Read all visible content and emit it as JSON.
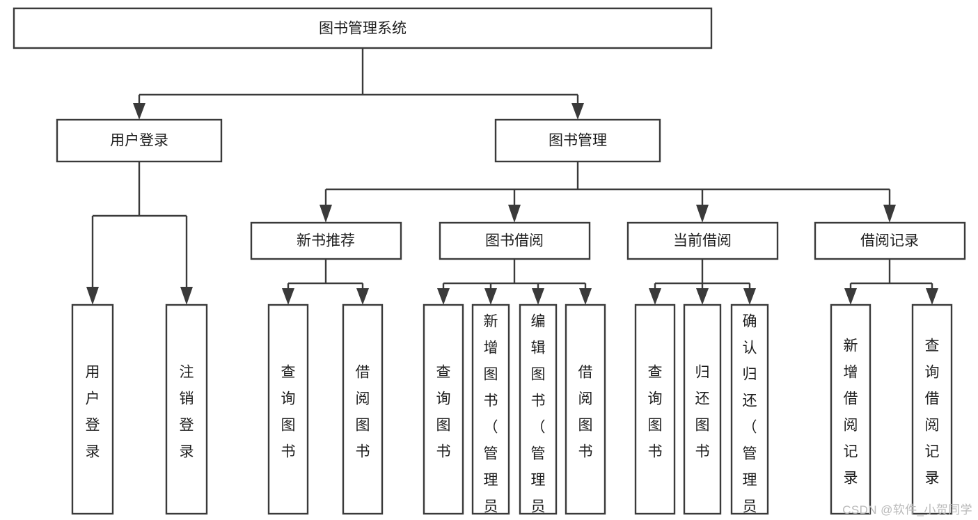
{
  "diagram": {
    "type": "tree",
    "title": "图书管理系统",
    "watermark": "CSDN @软件_小贺同学",
    "theme": {
      "background": "#ffffff",
      "box_fill": "#ffffff",
      "box_stroke": "#3a3a3a",
      "connector": "#3a3a3a",
      "text": "#1d1d1d",
      "watermark_color": "#b9b9b9"
    },
    "nodes": {
      "root": {
        "label": "图书管理系统",
        "level": 0,
        "orientation": "horizontal"
      },
      "l1": [
        {
          "id": "user-login",
          "label": "用户登录",
          "level": 1,
          "orientation": "horizontal"
        },
        {
          "id": "book-manage",
          "label": "图书管理",
          "level": 1,
          "orientation": "horizontal"
        }
      ],
      "l2": [
        {
          "id": "new-book-rec",
          "label": "新书推荐",
          "level": 2,
          "orientation": "horizontal",
          "parent": "book-manage"
        },
        {
          "id": "book-borrow",
          "label": "图书借阅",
          "level": 2,
          "orientation": "horizontal",
          "parent": "book-manage"
        },
        {
          "id": "current-borrow",
          "label": "当前借阅",
          "level": 2,
          "orientation": "horizontal",
          "parent": "book-manage"
        },
        {
          "id": "borrow-record",
          "label": "借阅记录",
          "level": 2,
          "orientation": "horizontal",
          "parent": "book-manage"
        }
      ],
      "leaves": [
        {
          "id": "leaf-user-login",
          "label": "用户登录",
          "parent": "user-login",
          "orientation": "vertical"
        },
        {
          "id": "leaf-user-logout",
          "label": "注销登录",
          "parent": "user-login",
          "orientation": "vertical"
        },
        {
          "id": "leaf-query-book-1",
          "label": "查询图书",
          "parent": "new-book-rec",
          "orientation": "vertical"
        },
        {
          "id": "leaf-borrow-book-1",
          "label": "借阅图书",
          "parent": "new-book-rec",
          "orientation": "vertical"
        },
        {
          "id": "leaf-query-book-2",
          "label": "查询图书",
          "parent": "book-borrow",
          "orientation": "vertical"
        },
        {
          "id": "leaf-add-book",
          "label": "新增图书（管理员）",
          "parent": "book-borrow",
          "orientation": "vertical"
        },
        {
          "id": "leaf-edit-book",
          "label": "编辑图书（管理员）",
          "parent": "book-borrow",
          "orientation": "vertical"
        },
        {
          "id": "leaf-borrow-book-2",
          "label": "借阅图书",
          "parent": "book-borrow",
          "orientation": "vertical"
        },
        {
          "id": "leaf-query-book-3",
          "label": "查询图书",
          "parent": "current-borrow",
          "orientation": "vertical"
        },
        {
          "id": "leaf-return-book",
          "label": "归还图书",
          "parent": "current-borrow",
          "orientation": "vertical"
        },
        {
          "id": "leaf-confirm-return",
          "label": "确认归还（管理员）",
          "parent": "current-borrow",
          "orientation": "vertical"
        },
        {
          "id": "leaf-add-record",
          "label": "新增借阅记录",
          "parent": "borrow-record",
          "orientation": "vertical"
        },
        {
          "id": "leaf-query-record",
          "label": "查询借阅记录",
          "parent": "borrow-record",
          "orientation": "vertical"
        }
      ]
    }
  }
}
